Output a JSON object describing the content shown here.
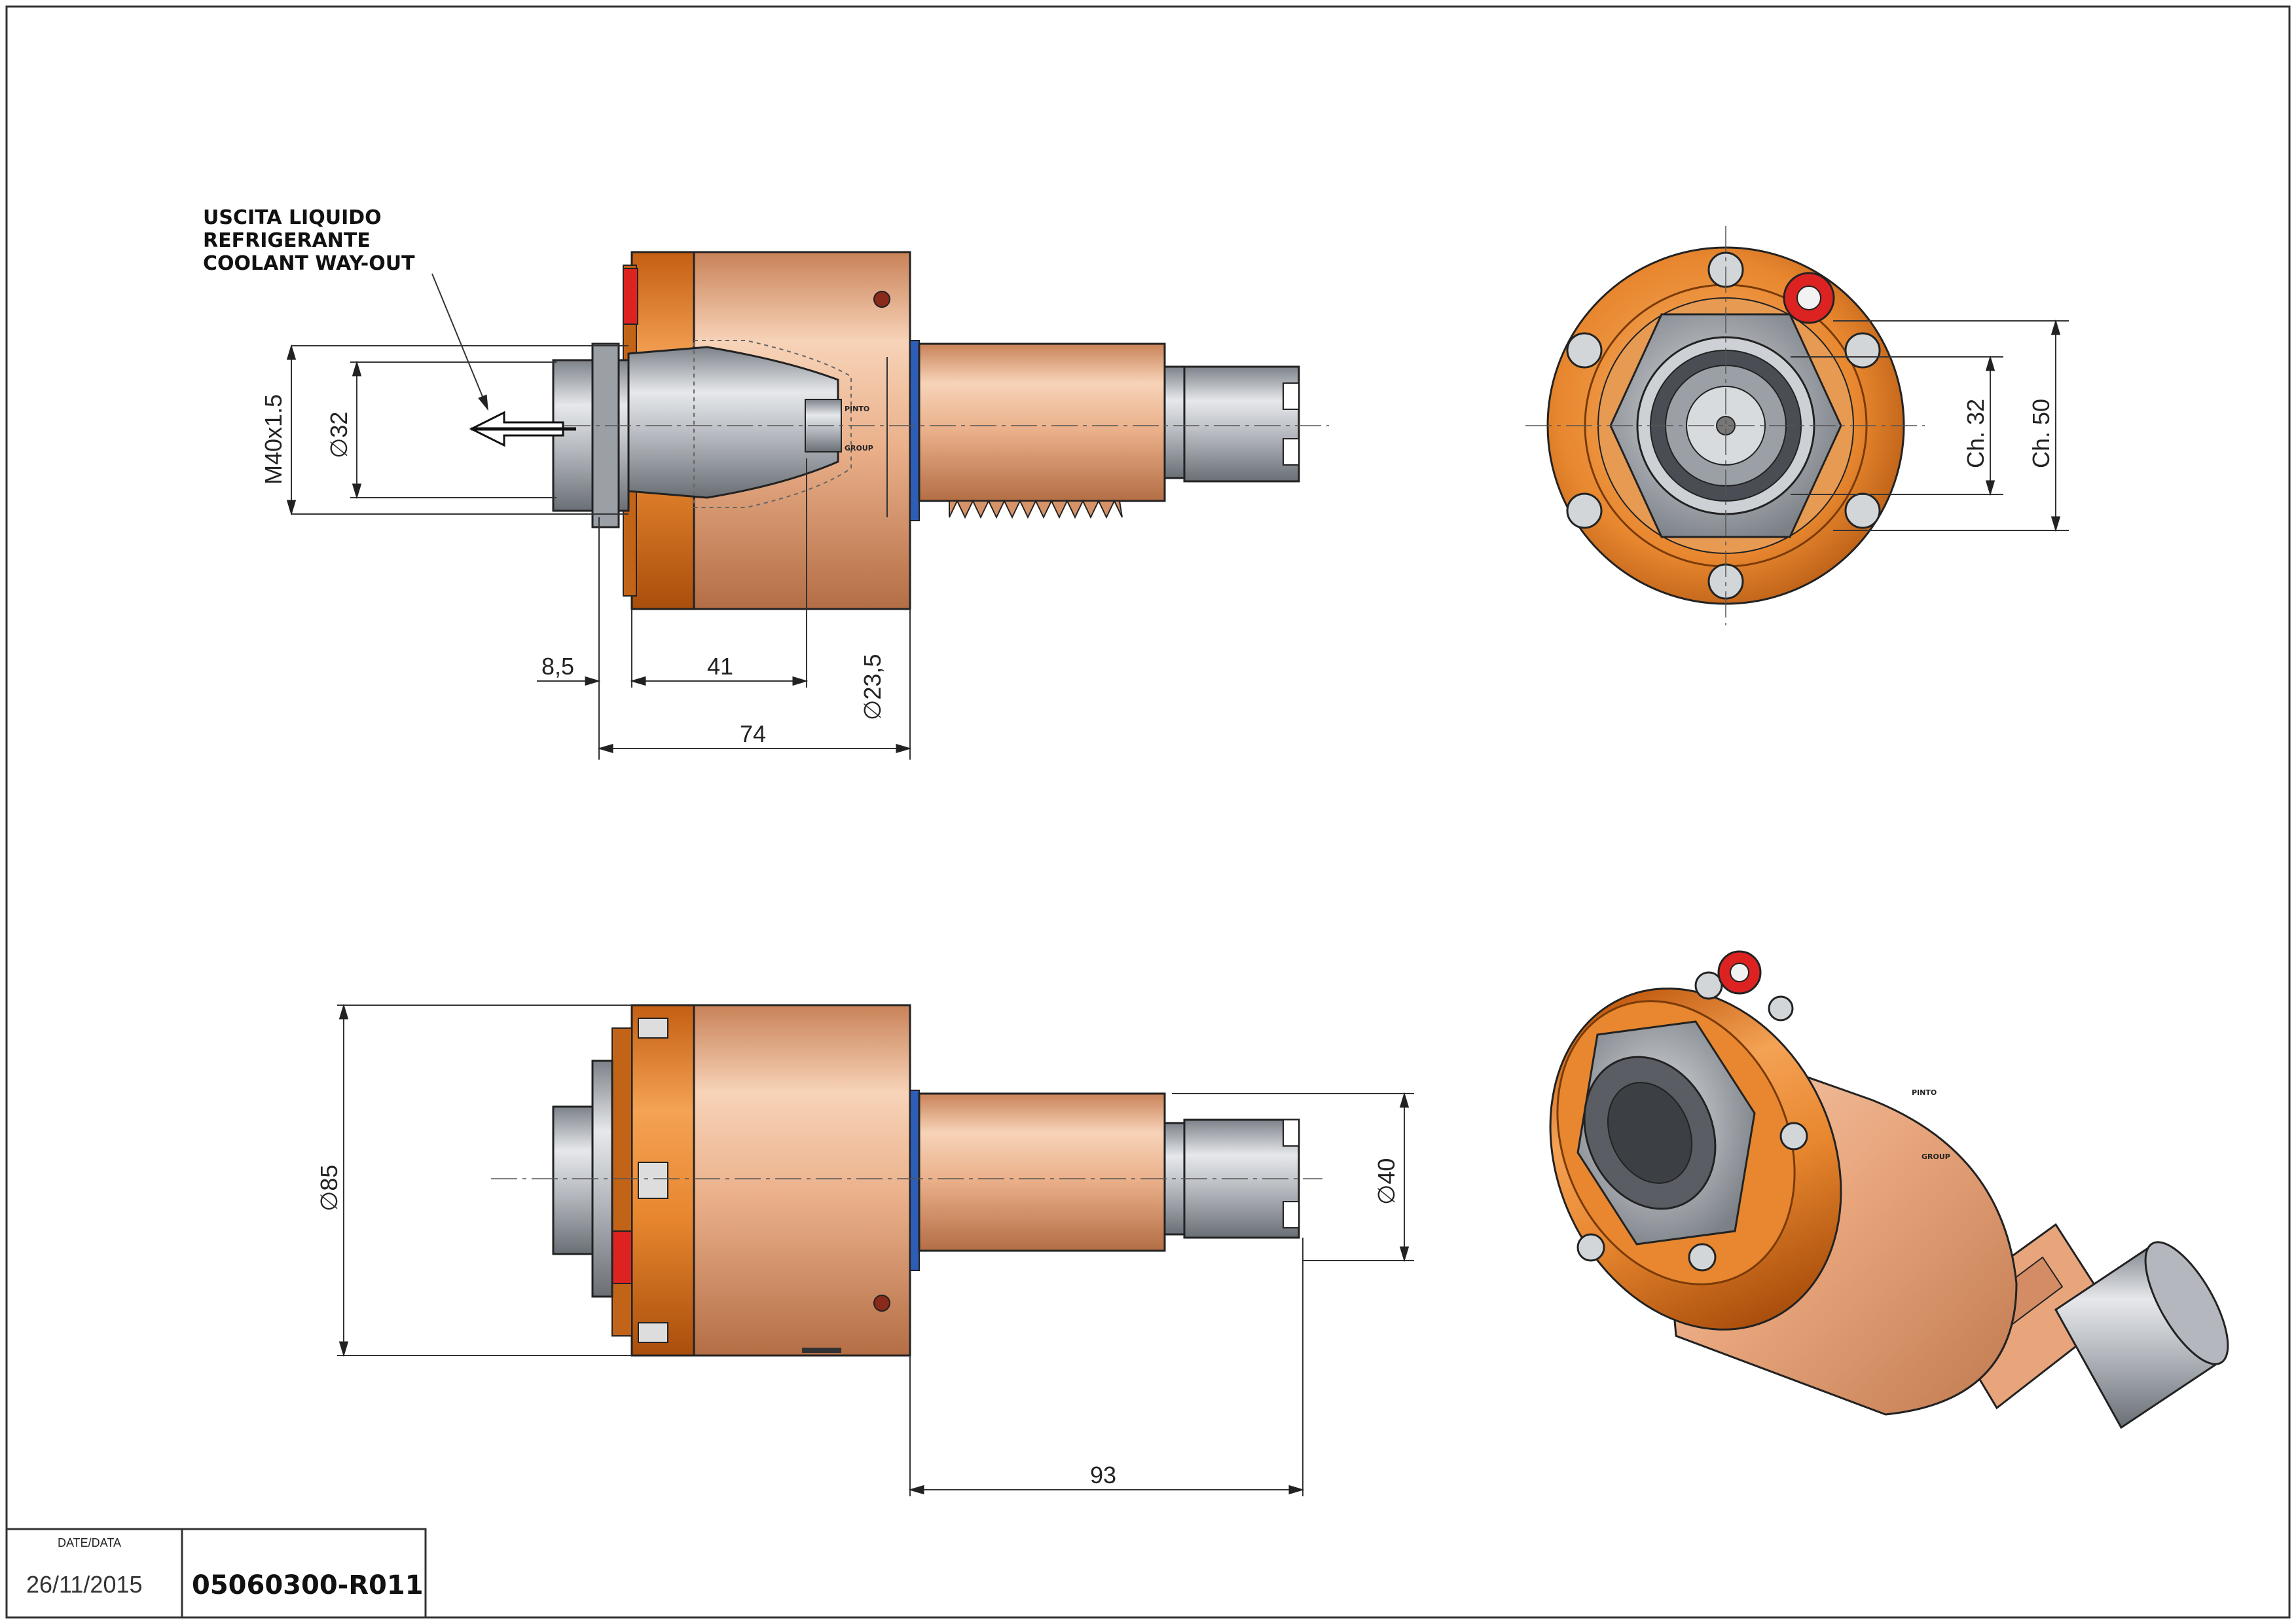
{
  "colors": {
    "body_copper": "#e7a77e",
    "flange_orange": "#e8872f",
    "steel": "#aeb3b9",
    "red_plug": "#dd2222",
    "blue_oring": "#2e5db5"
  },
  "annotations": {
    "coolant_line1": "USCITA LIQUIDO",
    "coolant_line2": "REFRIGERANTE",
    "coolant_line3": "COOLANT WAY-OUT"
  },
  "dims_top_view": {
    "thread": "M40x1.5",
    "bore_diam": "∅32",
    "offset": "8,5",
    "depth": "41",
    "length": "74",
    "shank_diam": "∅23,5"
  },
  "dims_front_view": {
    "wrench1": "Ch. 32",
    "wrench2": "Ch. 50"
  },
  "dims_side_view": {
    "body_diam": "∅85",
    "shaft_diam": "∅40",
    "shaft_length": "93"
  },
  "markings": {
    "brand1": "PINTO",
    "brand2": "GROUP"
  },
  "title_block": {
    "date_label": "DATE/DATA",
    "date_value": "26/11/2015",
    "code": "05060300-R011"
  },
  "icons": [
    "arrow-left-icon",
    "hex-bolt-icon",
    "red-plug-icon"
  ]
}
